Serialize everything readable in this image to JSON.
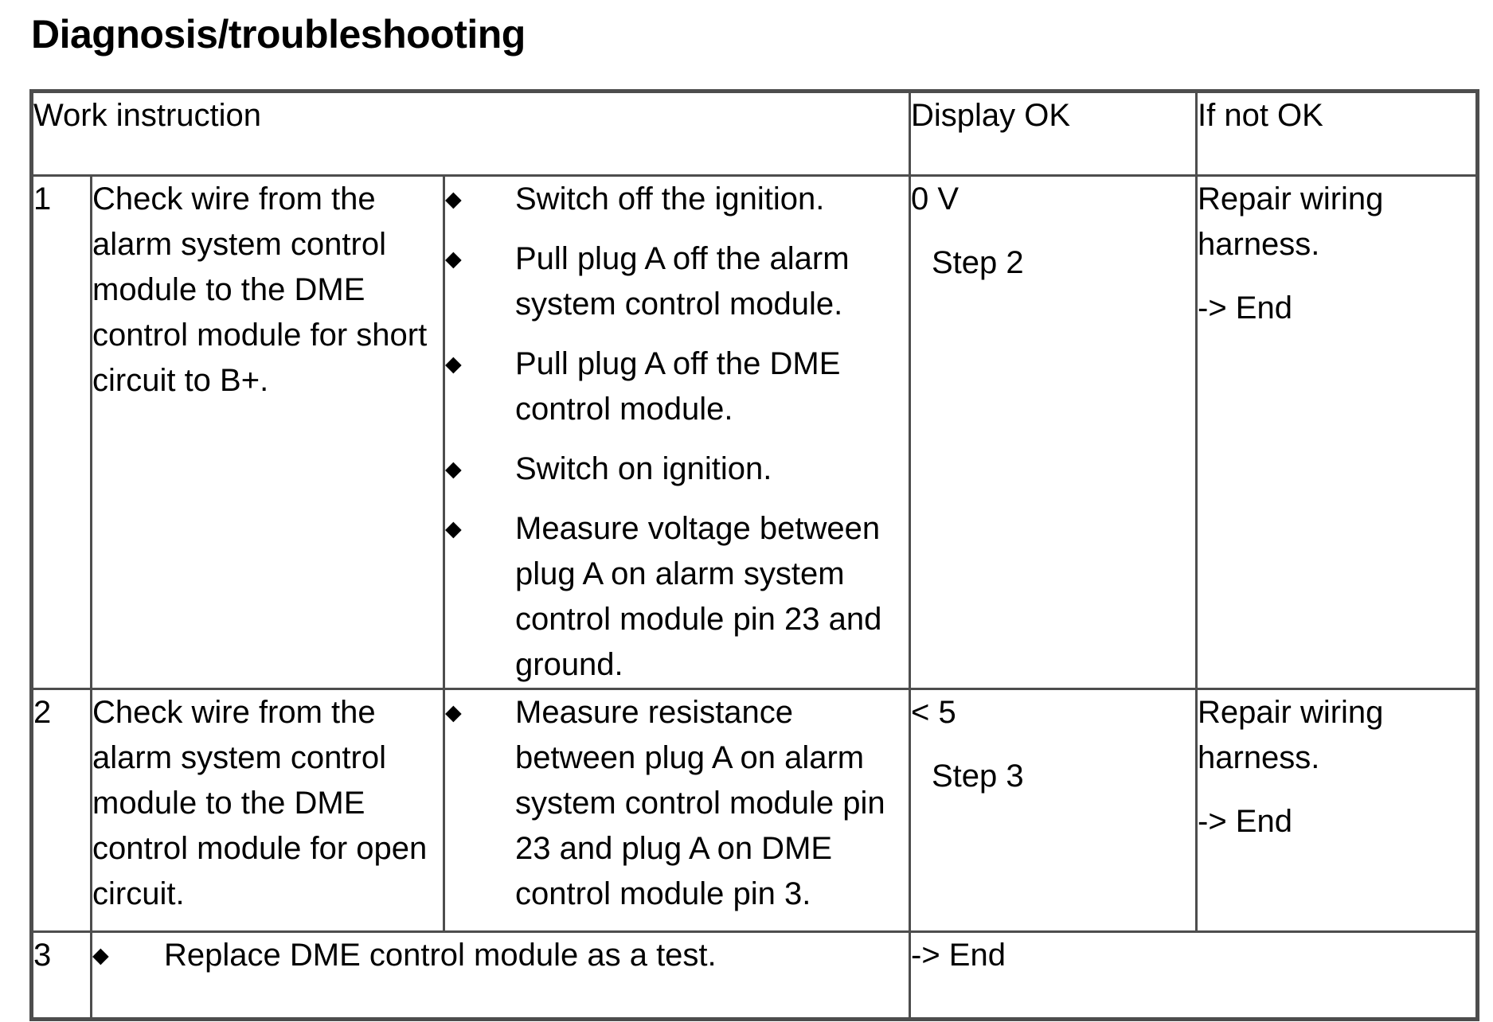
{
  "page": {
    "title": "Diagnosis/troubleshooting"
  },
  "table": {
    "bullet": "◆",
    "header": {
      "work_instruction": "Work instruction",
      "display_ok": "Display OK",
      "if_not_ok": "If not OK"
    },
    "rows": [
      {
        "num": "1",
        "check": "Check wire from the alarm system control module to the DME control module for short circuit to B+.",
        "steps": [
          "Switch off the ignition.",
          "Pull plug A off the alarm system control module.",
          "Pull plug A off the DME control module.",
          "Switch on ignition.",
          "Measure voltage between plug A on alarm system control module pin 23 and ground."
        ],
        "display_ok": {
          "value": "0 V",
          "next": "Step 2"
        },
        "if_not_ok": {
          "action": "Repair wiring harness.",
          "result": "-> End"
        }
      },
      {
        "num": "2",
        "check": "Check wire from the alarm system control module to the DME control module for open circuit.",
        "steps": [
          "Measure resistance between plug A on alarm system control module pin 23 and plug A on DME control module pin 3."
        ],
        "display_ok": {
          "value": "< 5",
          "next": "Step 3"
        },
        "if_not_ok": {
          "action": "Repair wiring harness.",
          "result": "-> End"
        }
      },
      {
        "num": "3",
        "steps": [
          "Replace DME control module as a test."
        ],
        "result": "-> End"
      }
    ]
  }
}
